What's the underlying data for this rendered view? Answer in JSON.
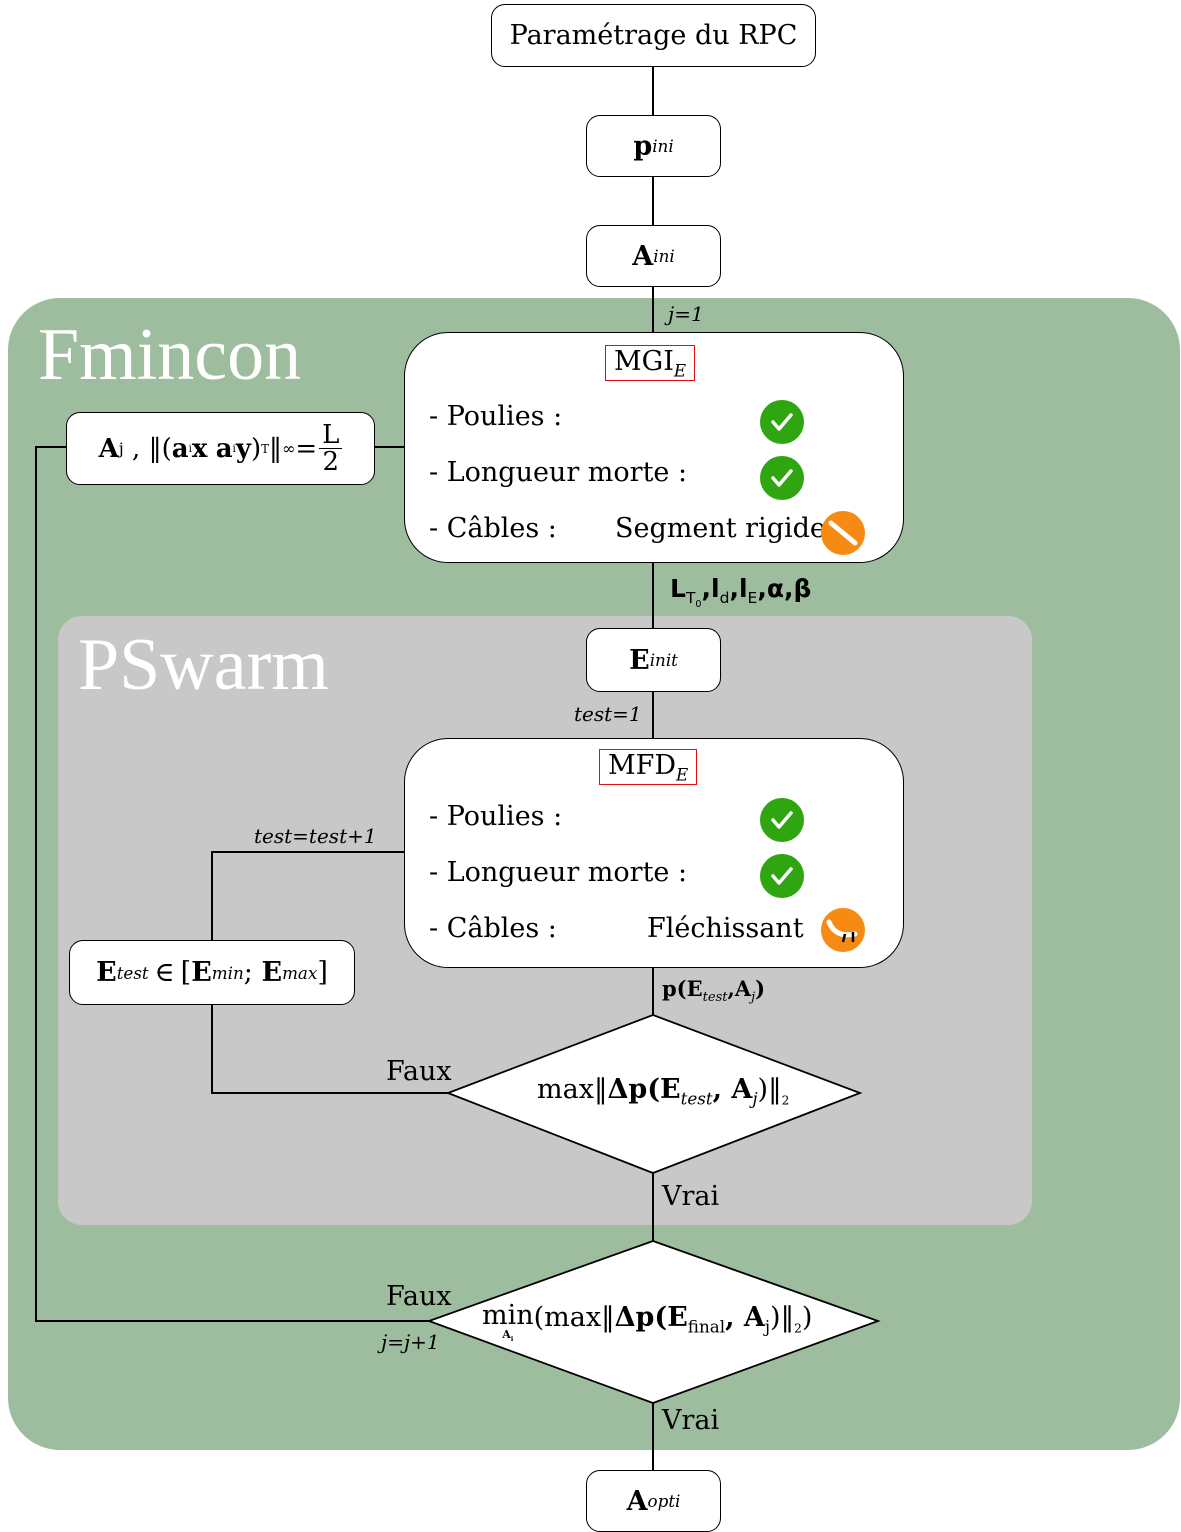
{
  "regions": {
    "fmincon": "Fmincon",
    "pswarm": "PSwarm"
  },
  "start": "Paramétrage du RPC",
  "p_ini": {
    "main": "p",
    "sub": "ini"
  },
  "a_ini": {
    "main": "A",
    "sub": "ini"
  },
  "j_init": "j=1",
  "mgi": {
    "title_main": "MGI",
    "title_sub": "E",
    "rows": [
      "- Poulies :",
      "- Longueur morte :",
      "- Câbles :"
    ],
    "cable_model": "Segment rigide"
  },
  "constraint": {
    "a_main": "A",
    "a_sub": "j",
    "norm_open": "‖(",
    "ai1": "a",
    "x": "x",
    "ai2": "a",
    "y": "y",
    "transp": "T",
    "inf": "∞",
    "eq": "=",
    "num": "L",
    "den": "2"
  },
  "mgi_output": {
    "L": "L",
    "T0": "T",
    "T0sub": "0",
    "ld": "l",
    "ldsub": "d",
    "le": "l",
    "lesub": "E",
    "greek": "α,β"
  },
  "e_init": {
    "main": "E",
    "sub": "init"
  },
  "test_init": "test=1",
  "test_incr": "test=test+1",
  "mfd": {
    "title_main": "MFD",
    "title_sub": "E",
    "rows": [
      "- Poulies :",
      "- Longueur morte :",
      "- Câbles :"
    ],
    "cable_model": "Fléchissant"
  },
  "e_test_range": {
    "e": "E",
    "test": "test",
    "in": "∈",
    "emin": "E",
    "min": "min",
    "emax": "E",
    "max": "max"
  },
  "mfd_output": {
    "p": "p(E",
    "test": "test",
    "aj": ",A",
    "j": "j",
    "close": ")"
  },
  "decision1": {
    "text_max": "max",
    "delta": "Δp(E",
    "test": "test",
    "aj": ", A",
    "j": "j",
    "close": ")",
    "norm2": "2"
  },
  "decision2": {
    "min": "min",
    "minsub": "A",
    "minsubi": "i",
    "maxpart": "(max",
    "delta": "Δp(E",
    "final": "final",
    "aj": ", A",
    "j": "j",
    "close": ")",
    "norm2": "2",
    "end": ")"
  },
  "faux": "Faux",
  "vrai": "Vrai",
  "j_incr": "j=j+1",
  "a_opti": {
    "main": "A",
    "sub": "opti"
  },
  "colors": {
    "fmincon_bg": "#9ebd9e",
    "pswarm_bg": "#c8c8c8",
    "check": "#2fa511",
    "warning": "#f68a12",
    "title_border": "#e01010"
  },
  "icons": [
    "check-icon",
    "check-icon",
    "no-entry-icon",
    "check-icon",
    "check-icon",
    "sagging-cable-icon"
  ]
}
